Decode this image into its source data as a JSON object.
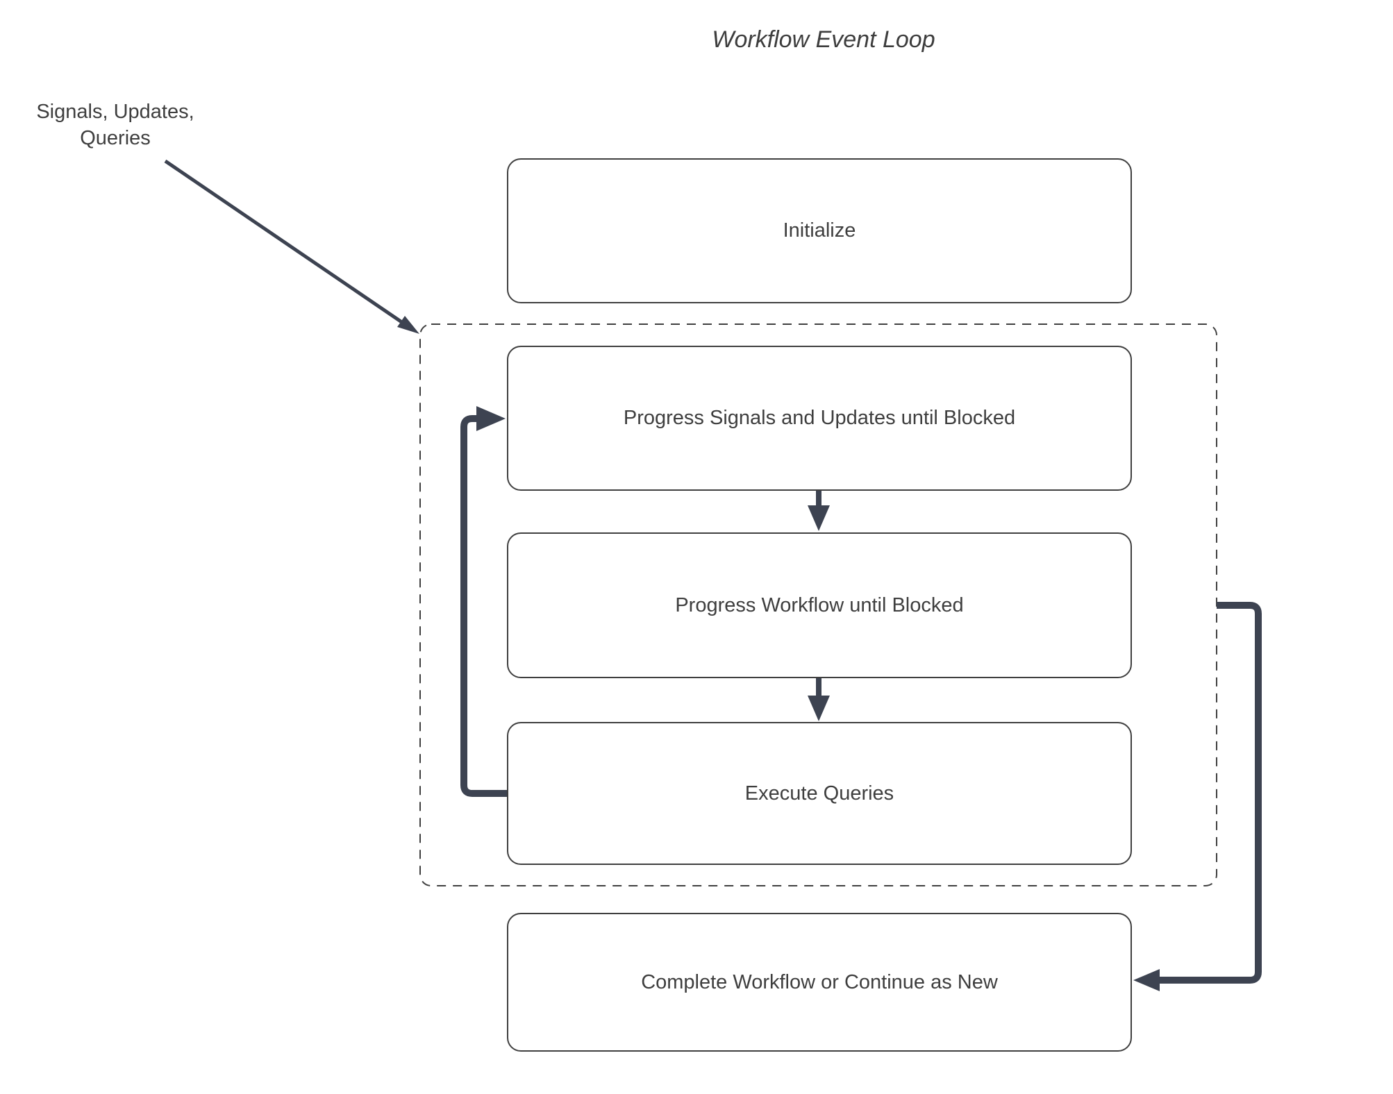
{
  "title": "Workflow Event Loop",
  "annotation": {
    "line1": "Signals, Updates,",
    "line2": "Queries"
  },
  "boxes": {
    "initialize": "Initialize",
    "progress_signals": "Progress Signals and Updates until Blocked",
    "progress_workflow": "Progress Workflow until Blocked",
    "execute_queries": "Execute Queries",
    "complete": "Complete Workflow or Continue as New"
  },
  "colors": {
    "background": "#ffffff",
    "box_border": "#3f3f3f",
    "dashed_border": "#3f3f3f",
    "text": "#3e3e3e",
    "arrow": "#3d4351"
  }
}
